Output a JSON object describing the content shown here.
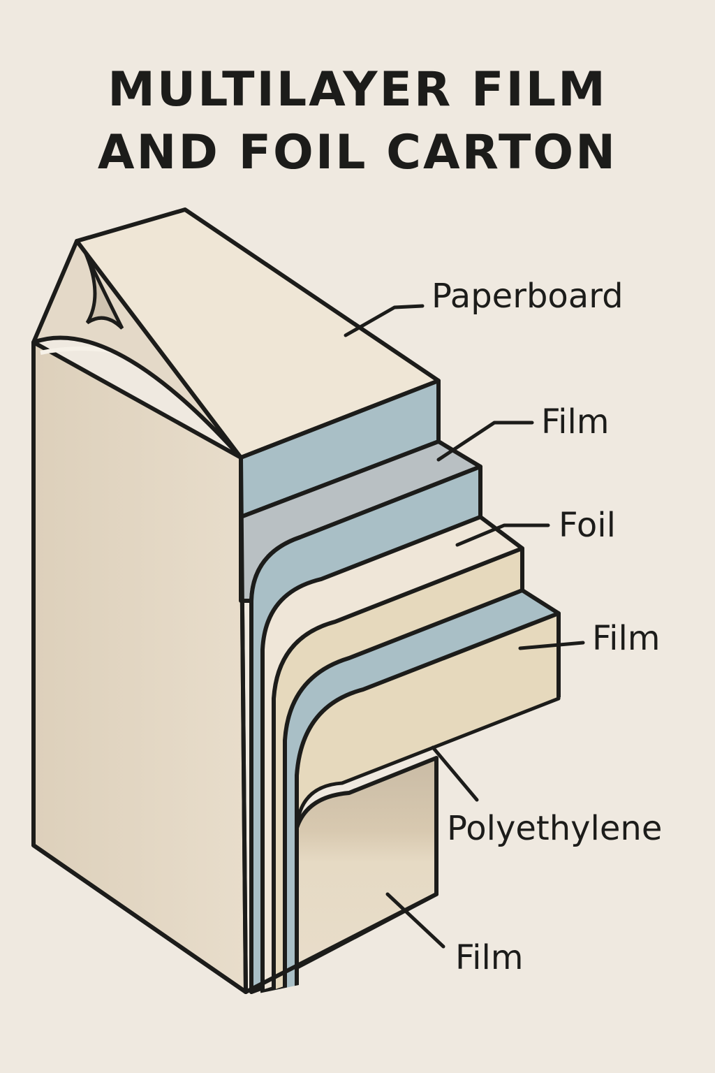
{
  "title": {
    "line1": "MULTILAYER FILM",
    "line2": "AND FOIL CARTON"
  },
  "labels": {
    "paperboard": "Paperboard",
    "film_1": "Film",
    "foil": "Foil",
    "film_2": "Film",
    "polyethylene": "Polyethylene",
    "film_3": "Film"
  },
  "colors": {
    "background": "#efe9e0",
    "outline": "#1c1c1a",
    "paperboard": "#efe6d6",
    "film_blue": "#a9bfc6",
    "film_grey": "#b9c0c3",
    "foil_cream": "#efe6d8",
    "tan": "#e6d9bd",
    "side": "#e2d6c3"
  }
}
